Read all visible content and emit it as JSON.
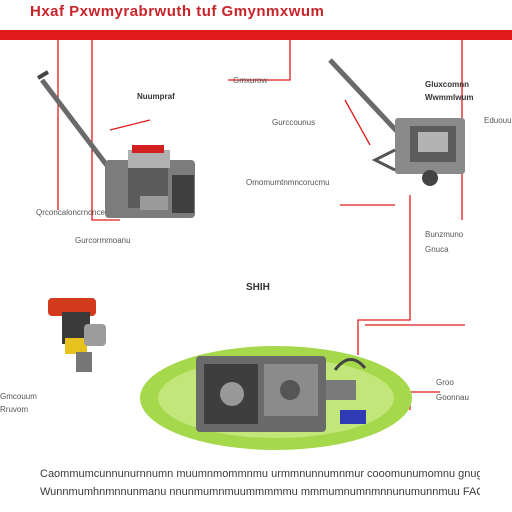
{
  "header": {
    "title": "Hxaf Pxwmyrabrwuth tuf Gmynmxwum",
    "accent_color": "#e01a1a"
  },
  "labels": {
    "a": "Nuumpraf",
    "b": "Gmxurow",
    "c": "Gluxcomnn",
    "d": "Wwmmlwum",
    "e": "Gurccounus",
    "f": "Eduouum",
    "g": "Qrconcaloncrncnce",
    "h": "Omomumtnmncorucmu",
    "i": "SHIH",
    "j": "Gurcormmoanu",
    "k": "Bunzmuno",
    "l": "Gnuca",
    "m": "Gmcouum",
    "n": "Rruvom",
    "o": "Groo",
    "p": "Goonnau"
  },
  "caption": {
    "line1": "Caommumcunnunurnnumn muumnmommnmu urmmnunnumnmur cooomunumomnu gnuge",
    "line2": "Wunnmumhnmnnunmanu nnunmumnmuummmmmu mmmumnumnmnnunumunnmuu FAQ"
  },
  "icons": [
    "snowblower-main",
    "engine-closeup",
    "spark-plug-tool",
    "engine-assembly"
  ]
}
